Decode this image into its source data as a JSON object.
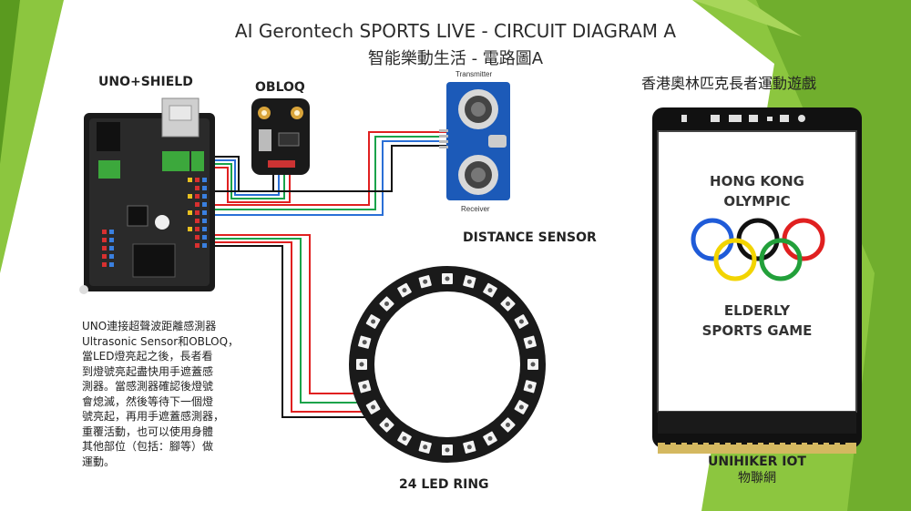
{
  "title": {
    "line1": "AI Gerontech SPORTS LIVE - CIRCUIT DIAGRAM A",
    "line2": "智能樂動生活 - 電路圖A"
  },
  "labels": {
    "uno": "UNO+SHIELD",
    "obloq": "OBLOQ",
    "transmitter": "Transmitter",
    "receiver": "Receiver",
    "distance_sensor": "DISTANCE SENSOR",
    "led_ring": "24 LED RING",
    "olympic_header": "香港奧林匹克長者運動遊戲",
    "unihiker_line1": "UNIHIKER IOT",
    "unihiker_line2": "物聯網"
  },
  "screen": {
    "line1": "HONG KONG",
    "line2": "OLYMPIC",
    "line3": "ELDERLY",
    "line4": "SPORTS GAME"
  },
  "description": [
    "UNO連接超聲波距離感測器",
    "Ultrasonic Sensor和OBLOQ，",
    "當LED燈亮起之後，長者看",
    "到燈號亮起盡快用手遮蓋感",
    "測器。當感測器確認後燈號",
    "會熄滅，然後等待下一個燈",
    "號亮起，再用手遮蓋感測器，",
    "重覆活動，也可以使用身體",
    "其他部位（包括：腳等）做",
    "運動。"
  ],
  "colors": {
    "accent_green": "#8cc63f",
    "dark_green": "#5a9a1f",
    "wire_red": "#e02020",
    "wire_green": "#1aa34a",
    "wire_blue": "#2a6fd6",
    "wire_black": "#111111",
    "ring_blue": "#1f5bd8",
    "ring_yellow": "#f2d400",
    "ring_black": "#111111",
    "ring_green": "#22a03a",
    "ring_red": "#e02020"
  },
  "led_count": 24
}
